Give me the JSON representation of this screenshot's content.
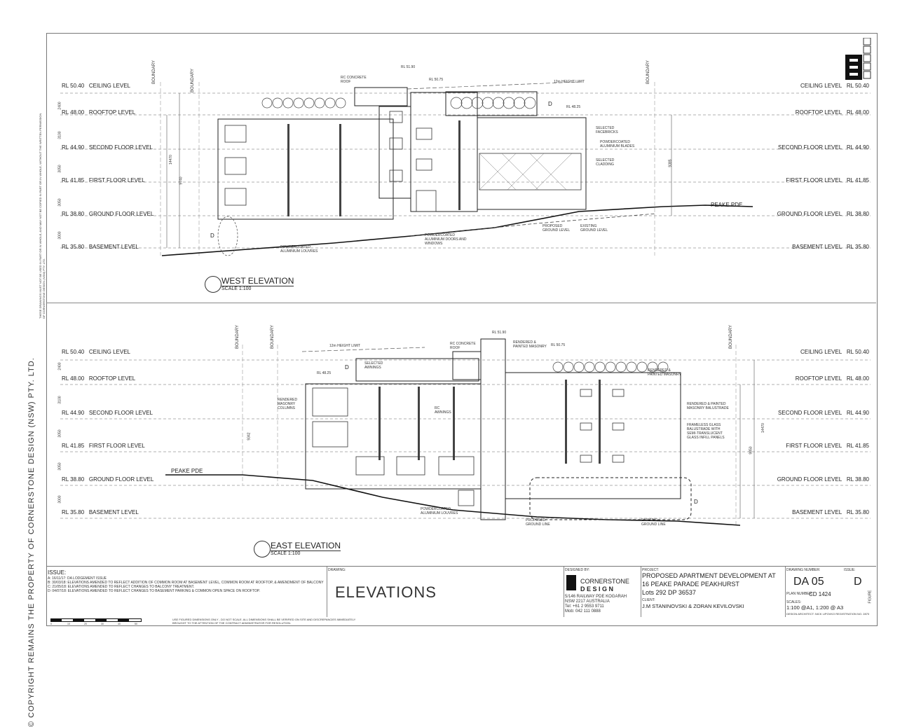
{
  "copyright": "© COPYRIGHT REMAINS THE PROPERTY OF CORNERSTONE DESIGN (NSW) PTY. LTD.",
  "copyright_note": "THESE DRAWINGS MUST NOT BE USED IN PART OR IN WHOLE, AND MAY NOT BE COPIED IN PART OR IN WHOLE, WITHOUT THE WRITTEN PERMISSION OF CORNERSTONE DESIGN (NSW) PTY. LTD.",
  "levels": [
    {
      "label": "CEILING LEVEL",
      "rl": "RL 50.40"
    },
    {
      "label": "ROOFTOP LEVEL",
      "rl": "RL 48.00"
    },
    {
      "label": "SECOND FLOOR LEVEL",
      "rl": "RL 44.90"
    },
    {
      "label": "FIRST FLOOR LEVEL",
      "rl": "RL 41.85"
    },
    {
      "label": "GROUND FLOOR LEVEL",
      "rl": "RL 38.80"
    },
    {
      "label": "BASEMENT LEVEL",
      "rl": "RL 35.80"
    }
  ],
  "west": {
    "title": "WEST ELEVATION",
    "scale": "SCALE 1:100",
    "boundary": "BOUNDARY",
    "street": "PEAKE PDE",
    "height_limit": "12m HEIGHT LIMIT",
    "rl_top": "RL 51.90",
    "rl_roof": "RL 50.75",
    "rl_side": "RL 48.25",
    "notes": {
      "roof": "RC CONCRETE ROOF",
      "facebricks": "SELECTED FACEBRICKS",
      "blades": "POWDERCOATED ALUMINIUM BLADES",
      "cladding": "SELECTED CLADDING",
      "doors": "POWDERCOATED ALUMINIUM DOORS AND WINDOWS",
      "louvres": "POWDERCOATED ALUMINIUM LOUVRES",
      "proposed": "PROPOSED GROUND LEVEL",
      "existing": "EXISTING GROUND LEVEL"
    },
    "dims": [
      "2400",
      "3100",
      "3050",
      "3050",
      "3000"
    ],
    "dim_overall": "14470",
    "dim_mid": "9740",
    "dim_right": "9385",
    "marker": "D"
  },
  "east": {
    "title": "EAST ELEVATION",
    "scale": "SCALE 1:100",
    "boundary": "BOUNDARY",
    "street": "PEAKE PDE",
    "height_limit": "12m HEIGHT LIMIT",
    "rl_top": "RL 51.90",
    "rl_roof": "RL 50.75",
    "rl_side": "RL 48.25",
    "notes": {
      "roof": "RC CONCRETE ROOF",
      "painted": "RENDERED & PAINTED MASONRY",
      "awnings": "SELECTED AWNINGS",
      "columns": "RENDERED MASONRY COLUMNS",
      "rc_awnings": "RC AWNINGS",
      "balustrade": "RENDERED & PAINTED MASONRY BALUSTRADE",
      "frameless": "FRAMELESS GLASS BALUSTRADE WITH SEMI-TRANSLUCENT GLASS INFILL PANELS",
      "louvres": "POWDERCOATED ALUMINIUM LOUVRES",
      "proposed": "PROPOSED GROUND LINE",
      "existing": "EXISTING GROUND LINE"
    },
    "dims": [
      "2400",
      "3100",
      "3050",
      "3050",
      "3000"
    ],
    "dim_overall": "14470",
    "dim_mid": "9342",
    "dim_right": "9850",
    "marker": "D"
  },
  "title_block": {
    "issue_heading": "ISSUE:",
    "issues": [
      "A: 16/11/17: DA LODGEMENT ISSUE",
      "B: 30/03/18: ELEVATIONS AMENDED TO REFLECT ADDITION OF COMMON ROOM AT BASEMENT LEVEL, COMMON ROOM AT ROOFTOP, & AMENDMENT OF BALCONY",
      "C: 21/05/18: ELEVATIONS AMENDED TO REFLECT CHANGES TO BALCONY TREATMENT.",
      "D: 04/07/18: ELEVATIONS AMENDED TO REFLECT CHANGES TO BASEMENT PARKING & COMMON OPEN SPACE ON ROOFTOP."
    ],
    "drawing_label": "DRAWING:",
    "drawing_title": "ELEVATIONS",
    "designed_by": "DESIGNED BY:",
    "firm_line1": "CORNERSTONE",
    "firm_line2": "D E S I G N",
    "firm_address": [
      "5/146 RAILWAY PDE KOGARAH",
      "NSW 2217 AUSTRALIA",
      "Tel: +61 2 9553 9711",
      "Mob: 042 111 0888"
    ],
    "project_label": "PROJECT:",
    "project": [
      "PROPOSED APARTMENT DEVELOPMENT AT",
      "16 PEAKE PARADE PEAKHURST",
      "Lots 292 DP 36537"
    ],
    "client_label": "CLIENT:",
    "client": "J.M STANINOVSKI & ZORAN KEVILOVSKI",
    "drawing_number_label": "DRAWING NUMBER:",
    "drawing_number": "DA 05",
    "issue_label": "ISSUE:",
    "issue_rev": "D",
    "plan_label": "PLAN NUMBER:",
    "plan_number": "CD 1424",
    "scales_label": "SCALES:",
    "scales": "1:100 @A1, 1:200 @ A3",
    "registration": "DESIGN ARCHITECT: NICK LIPOVKO REGISTRATION NO. 2870",
    "footer_note": "USE FIGURED DIMENSIONS ONLY - DO NOT SCALE. ALL DIMENSIONS SHALL BE VERIFIED ON SITE AND DISCREPANCIES IMMEDIATELY BROUGHT TO THE ATTENTION OF THE CONTRACT ADMINISTRATOR FOR RESOLUTION.",
    "scale_ticks": [
      "0",
      "10",
      "20",
      "30",
      "40",
      "50"
    ],
    "figure_label": "FIGURE"
  }
}
